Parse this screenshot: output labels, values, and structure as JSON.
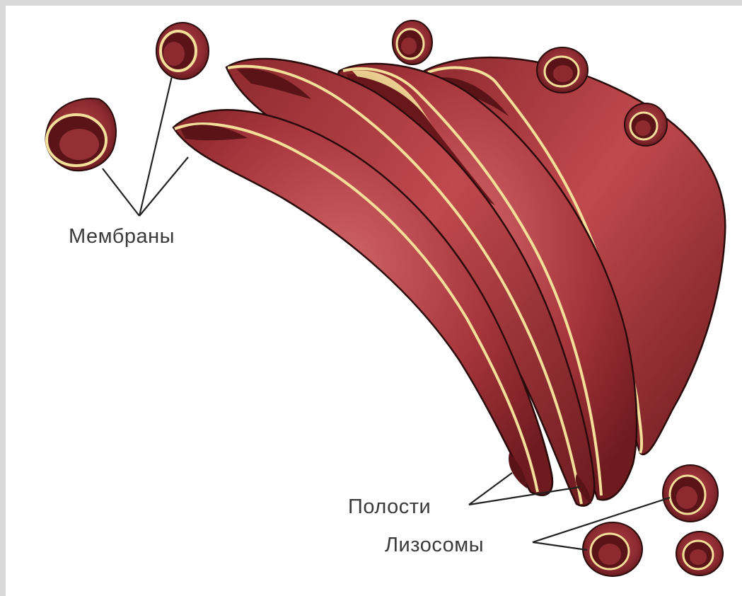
{
  "diagram": {
    "labels": {
      "membranes": "Мембраны",
      "cavities": "Полости",
      "lysosomes": "Лизосомы"
    },
    "colors": {
      "cisterna_dark": "#7a1f24",
      "cisterna_mid": "#a8363d",
      "cisterna_light": "#c95a5c",
      "membrane_rim": "#f3df9a",
      "outline": "#2a0b0b",
      "leader_line": "#222222",
      "background": "#ffffff",
      "border": "#d9d9d9"
    }
  }
}
